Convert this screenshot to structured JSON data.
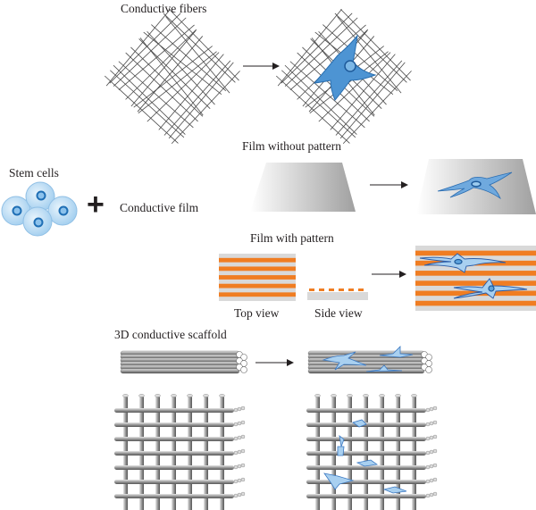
{
  "labels": {
    "conductive_fibers": "Conductive fibers",
    "stem_cells": "Stem cells",
    "conductive_film": "Conductive film",
    "film_without_pattern": "Film without pattern",
    "film_with_pattern": "Film with pattern",
    "top_view": "Top view",
    "side_view": "Side view",
    "scaffold_3d": "3D conductive scaffold",
    "plus": "+"
  },
  "colors": {
    "fiber": "#4a4a4a",
    "cell_blue": "#3f86c8",
    "cell_light": "#bcdcf3",
    "stripe_orange": "#f07d22",
    "stripe_gray": "#d9d9d9",
    "film_dark": "#9a9a9a",
    "scaffold_gray": "#8f8f8f",
    "arrow": "#231f20"
  }
}
